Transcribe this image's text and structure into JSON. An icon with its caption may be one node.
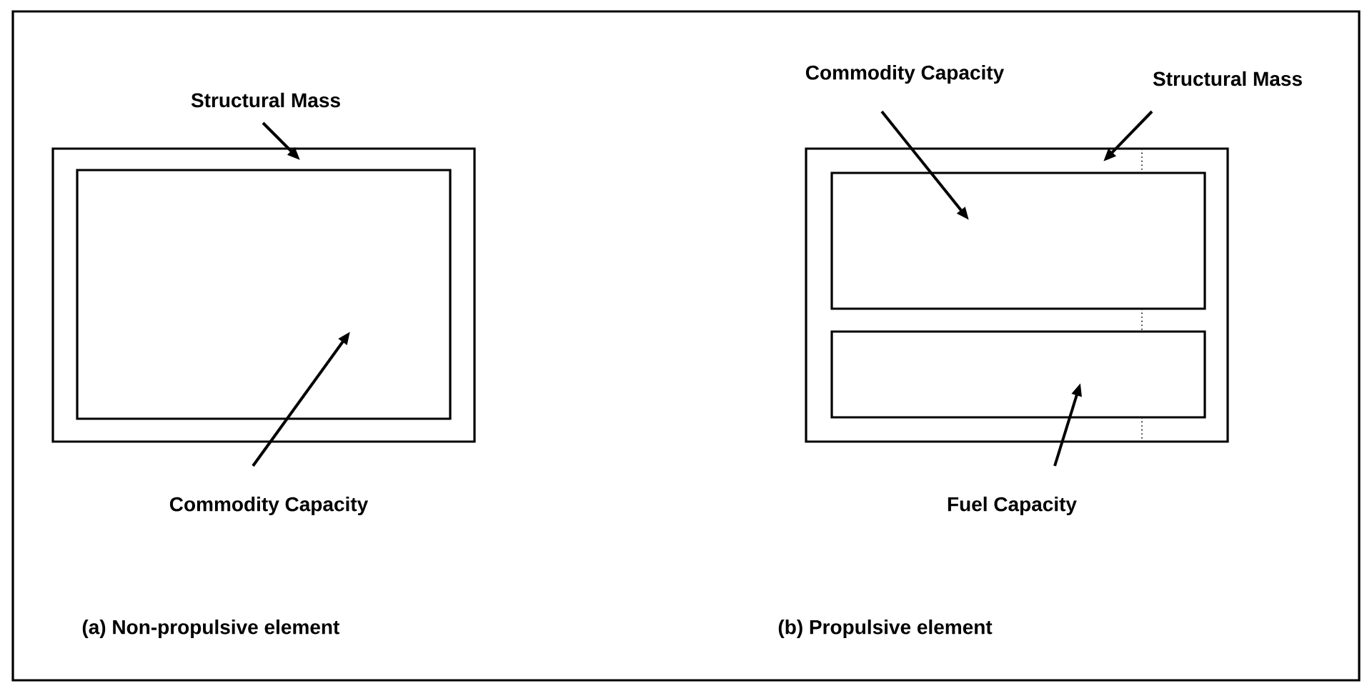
{
  "diagram": {
    "nodes": [
      {
        "text": [
          "Structural Mass"
        ]
      },
      {
        "text": [],
        "shape": "box"
      },
      {
        "text": [],
        "shape": "box",
        "in": 1
      },
      {
        "text": [
          "Commodity Capacity"
        ]
      },
      {
        "text": [
          "Commodity Capacity"
        ]
      },
      {
        "text": [
          "Structural Mass"
        ]
      },
      {
        "text": [],
        "shape": "box"
      },
      {
        "text": [],
        "shape": "box",
        "in": 6
      },
      {
        "text": [],
        "shape": "box",
        "in": 6
      },
      {
        "text": [
          "Fuel Capacity"
        ]
      }
    ],
    "edges": [
      {
        "from": 0,
        "to": 1,
        "arrow": "to"
      },
      {
        "from": 3,
        "to": 2,
        "arrow": "to"
      },
      {
        "from": 4,
        "to": 7,
        "arrow": "to"
      },
      {
        "from": 5,
        "to": 6,
        "arrow": "to"
      },
      {
        "from": 9,
        "to": 8,
        "arrow": "to"
      }
    ],
    "labels": [
      "(a) Non-propulsive element",
      "(b) Propulsive element"
    ]
  }
}
